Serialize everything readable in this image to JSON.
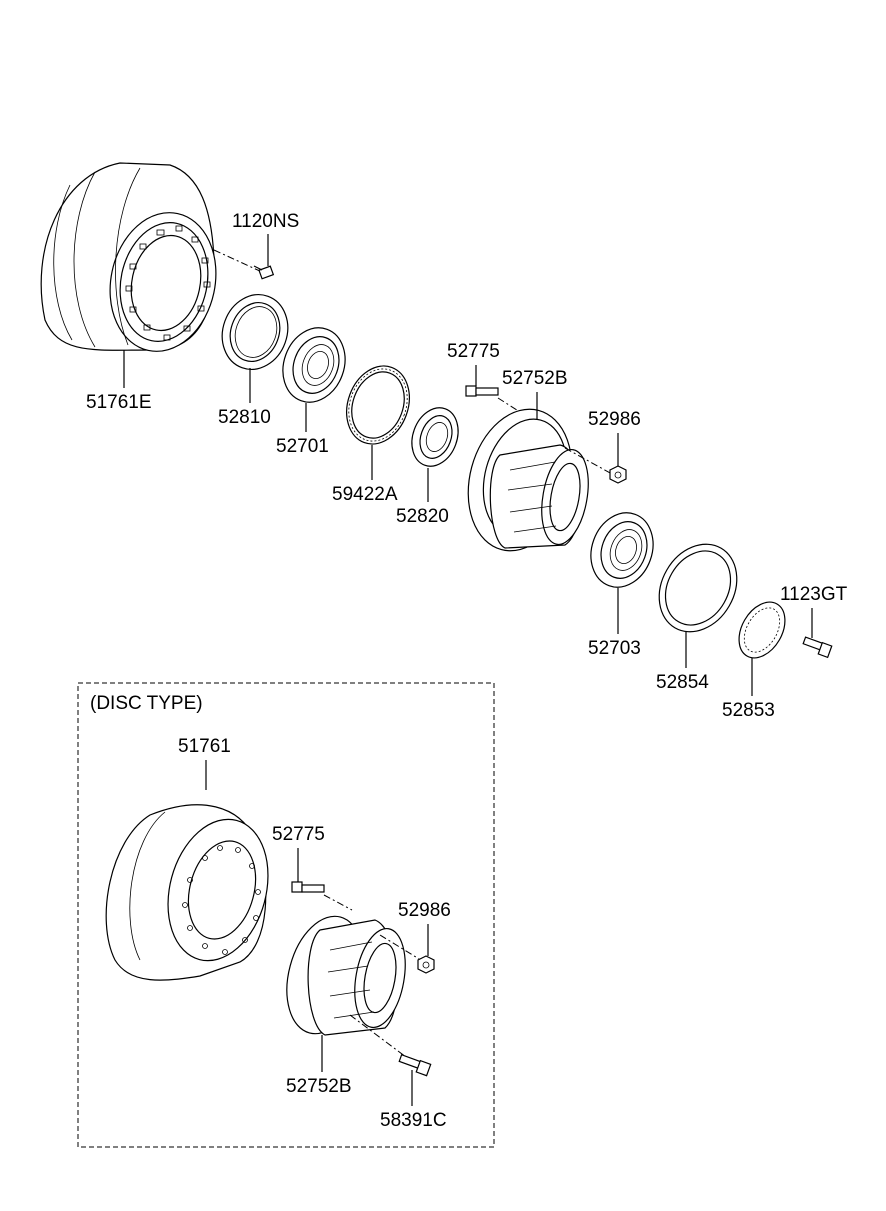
{
  "diagram": {
    "title": "",
    "section_label": "(DISC TYPE)",
    "parts": {
      "p1120NS": "1120NS",
      "p51761E": "51761E",
      "p52810": "52810",
      "p52701": "52701",
      "p59422A": "59422A",
      "p52820": "52820",
      "p52775_top": "52775",
      "p52752B_top": "52752B",
      "p52986_top": "52986",
      "p52703": "52703",
      "p52854": "52854",
      "p1123GT": "1123GT",
      "p52853": "52853",
      "p51761": "51761",
      "p52775_disc": "52775",
      "p52986_disc": "52986",
      "p52752B_disc": "52752B",
      "p58391C": "58391C"
    }
  }
}
